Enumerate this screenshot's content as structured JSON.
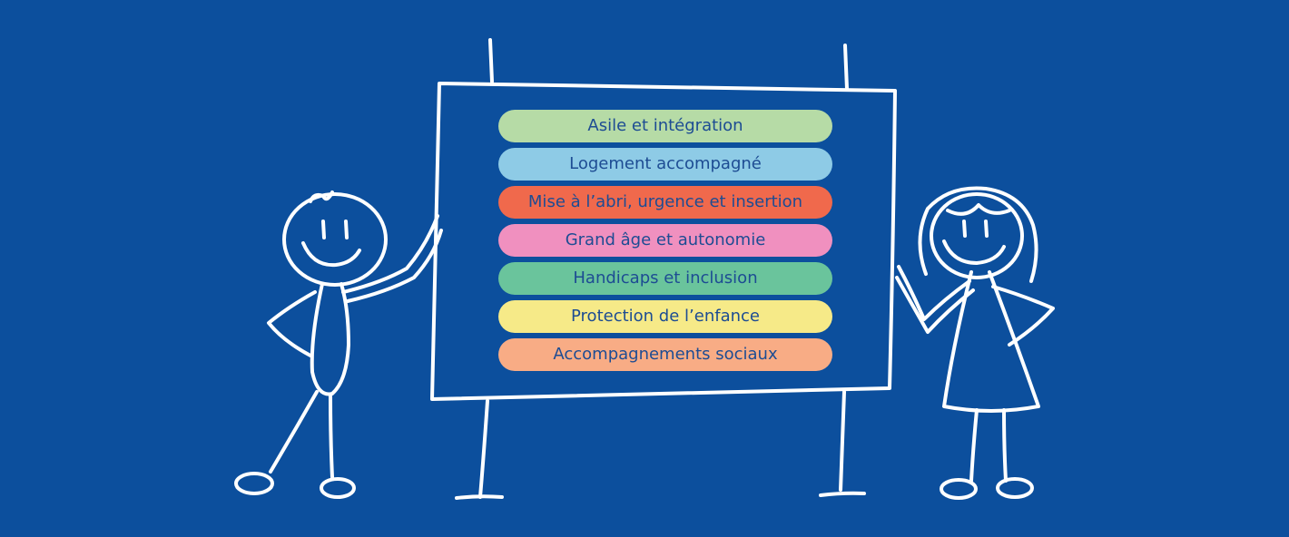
{
  "board": {
    "items": [
      {
        "label": "Asile et intégration",
        "color": "#b6dba6"
      },
      {
        "label": "Logement accompagné",
        "color": "#8ecbe6"
      },
      {
        "label": "Mise à l’abri, urgence et insertion",
        "color": "#f0694c"
      },
      {
        "label": "Grand âge et autonomie",
        "color": "#f090bf"
      },
      {
        "label": "Handicaps et inclusion",
        "color": "#6ac49c"
      },
      {
        "label": "Protection de l’enfance",
        "color": "#f6ea88"
      },
      {
        "label": "Accompagnements sociaux",
        "color": "#f8ac85"
      }
    ]
  },
  "colors": {
    "background": "#0c4f9d",
    "chalk": "#ffffff",
    "text": "#1d4c93"
  }
}
